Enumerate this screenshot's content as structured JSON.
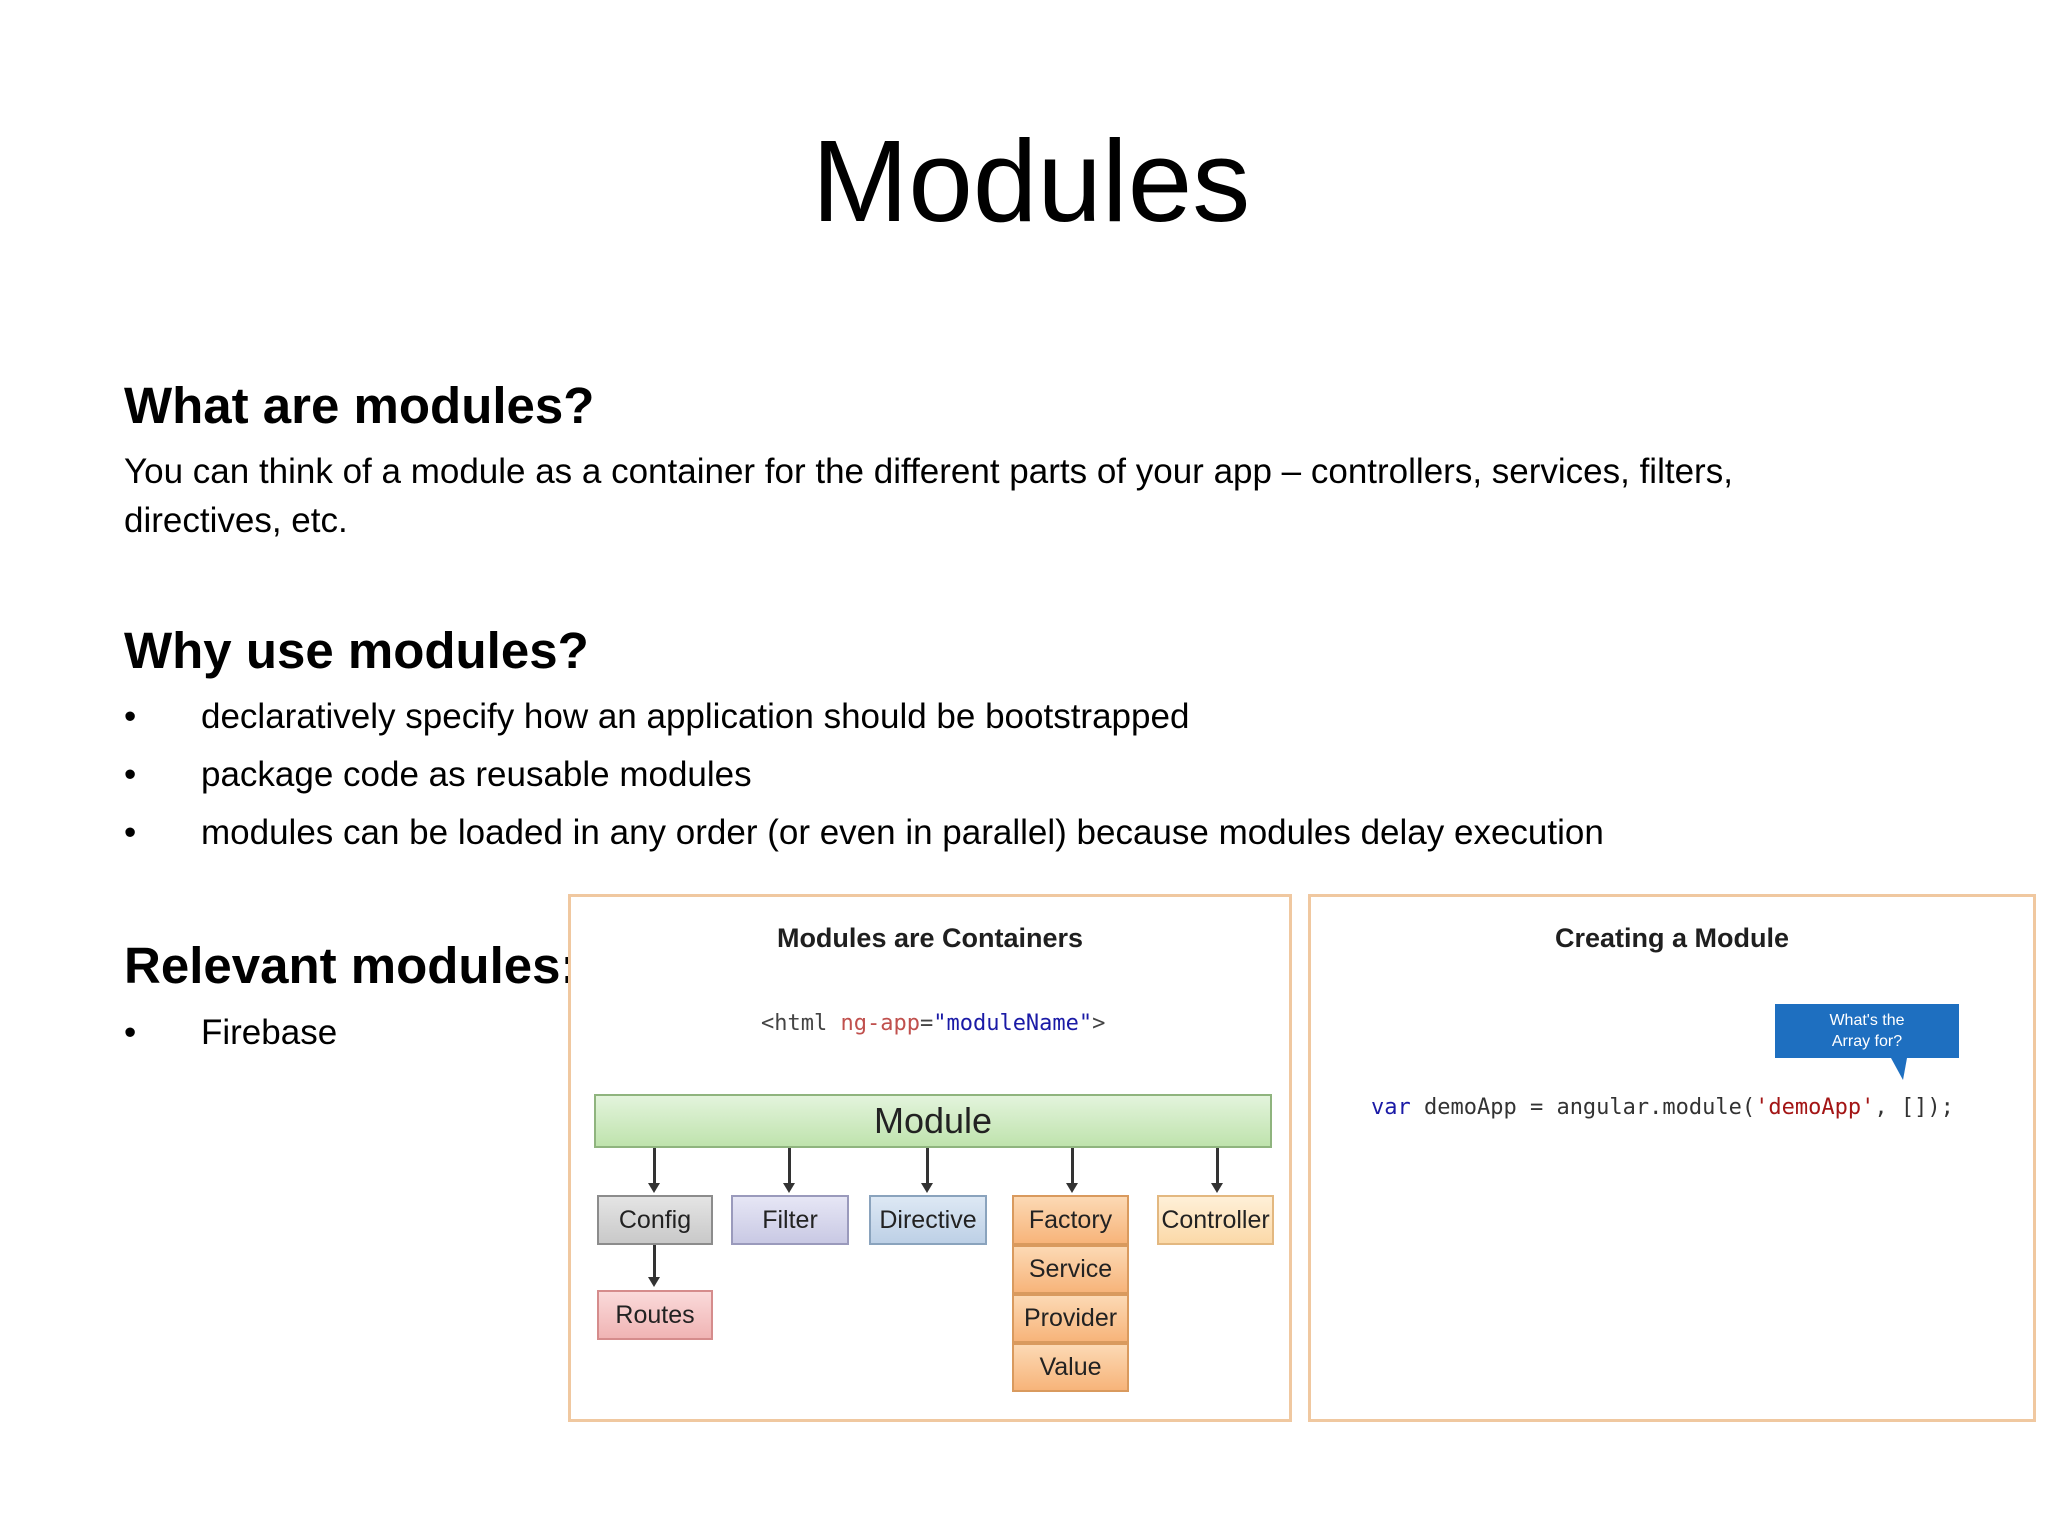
{
  "slide": {
    "title": "Modules",
    "sections": {
      "what": {
        "heading": "What are modules?",
        "body_line1": "You can think of a module as a container for the different parts of your app – controllers, services, filters,",
        "body_line2": "directives, etc."
      },
      "why": {
        "heading": "Why use modules?",
        "bullets": [
          "declaratively specify how an application should be bootstrapped",
          "package code as reusable modules",
          "modules can be loaded in any order (or even in parallel) because modules delay execution"
        ]
      },
      "relevant": {
        "heading": "Relevant modules:",
        "bullets": [
          "Firebase"
        ]
      }
    },
    "bullet_char": "•"
  },
  "diagram_left": {
    "title": "Modules are Containers",
    "code": {
      "open": "<html ",
      "attr": "ng-app",
      "eq": "=",
      "value": "\"moduleName\"",
      "close": ">"
    },
    "module_label": "Module",
    "boxes": {
      "config": "Config",
      "filter": "Filter",
      "directive": "Directive",
      "factory": "Factory",
      "service": "Service",
      "provider": "Provider",
      "value": "Value",
      "controller": "Controller",
      "routes": "Routes"
    }
  },
  "diagram_right": {
    "title": "Creating a Module",
    "callout_line1": "What's the",
    "callout_line2": "Array for?",
    "code": {
      "kw": "var",
      "before": " demoApp = angular.module(",
      "str": "'demoApp'",
      "after": ", []);"
    }
  },
  "colors": {
    "panel_border": "#f0c8a0",
    "callout": "#1e6fc0",
    "code_keyword": "#1a1aa6",
    "code_string": "#a31515",
    "code_attr": "#c0504d"
  }
}
